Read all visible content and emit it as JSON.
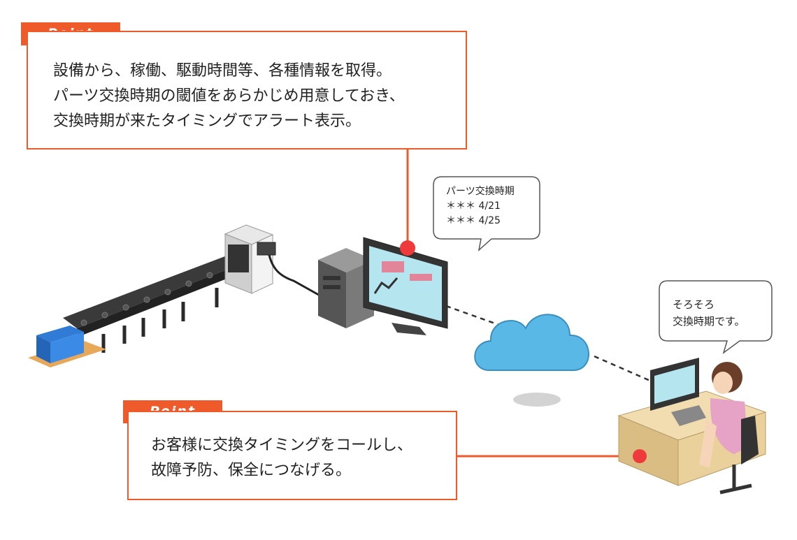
{
  "point_top": {
    "tag": "Point",
    "lines": [
      "設備から、稼働、駆動時間等、各種情報を取得。",
      "パーツ交換時期の閾値をあらかじめ用意しておき、",
      "交換時期が来たタイミングでアラート表示。"
    ]
  },
  "point_bottom": {
    "tag": "Point",
    "lines": [
      "お客様に交換タイミングをコールし、",
      "故障予防、保全につなげる。"
    ]
  },
  "pc_bubble": {
    "lines": [
      "パーツ交換時期",
      "＊＊＊ 4/21",
      "＊＊＊ 4/25"
    ]
  },
  "operator_bubble": {
    "lines": [
      "そろそろ",
      "交換時期です。"
    ]
  },
  "colors": {
    "accent": "#ee5a2a",
    "alert_dot": "#ee3a3a",
    "cloud": "#5ab8e6"
  }
}
